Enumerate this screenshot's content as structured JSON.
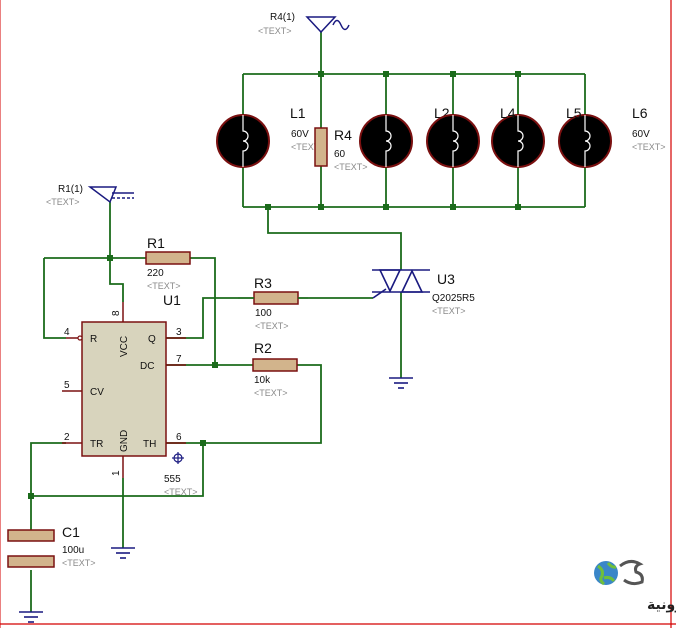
{
  "generators": {
    "r4": {
      "ref": "R4(1)",
      "text": "<TEXT>"
    },
    "r1": {
      "ref": "R1(1)",
      "text": "<TEXT>"
    }
  },
  "lamps": {
    "l1": {
      "ref": "L1",
      "value": "60V",
      "text": "<TEXT>"
    },
    "l2": {
      "ref": "L2"
    },
    "l4": {
      "ref": "L4"
    },
    "l5": {
      "ref": "L5"
    },
    "l6": {
      "ref": "L6",
      "value": "60V",
      "text": "<TEXT>"
    }
  },
  "resistors": {
    "r4": {
      "ref": "R4",
      "value": "60",
      "text": "<TEXT>"
    },
    "r1": {
      "ref": "R1",
      "value": "220",
      "text": "<TEXT>"
    },
    "r3": {
      "ref": "R3",
      "value": "100",
      "text": "<TEXT>"
    },
    "r2": {
      "ref": "R2",
      "value": "10k",
      "text": "<TEXT>"
    }
  },
  "triac": {
    "ref": "U3",
    "value": "Q2025R5",
    "text": "<TEXT>"
  },
  "timer": {
    "ref": "U1",
    "value": "555",
    "text": "<TEXT>",
    "pins": {
      "reset": {
        "num": "4",
        "name": "R"
      },
      "cv": {
        "num": "5",
        "name": "CV"
      },
      "tr": {
        "num": "2",
        "name": "TR"
      },
      "vcc": {
        "num": "8",
        "name": "VCC"
      },
      "gnd": {
        "num": "1",
        "name": "GND"
      },
      "q": {
        "num": "3",
        "name": "Q"
      },
      "dc": {
        "num": "7",
        "name": "DC"
      },
      "th": {
        "num": "6",
        "name": "TH"
      }
    }
  },
  "capacitor": {
    "ref": "C1",
    "value": "100u",
    "text": "<TEXT>"
  },
  "watermark": {
    "text": "القرية الالكترونية"
  }
}
